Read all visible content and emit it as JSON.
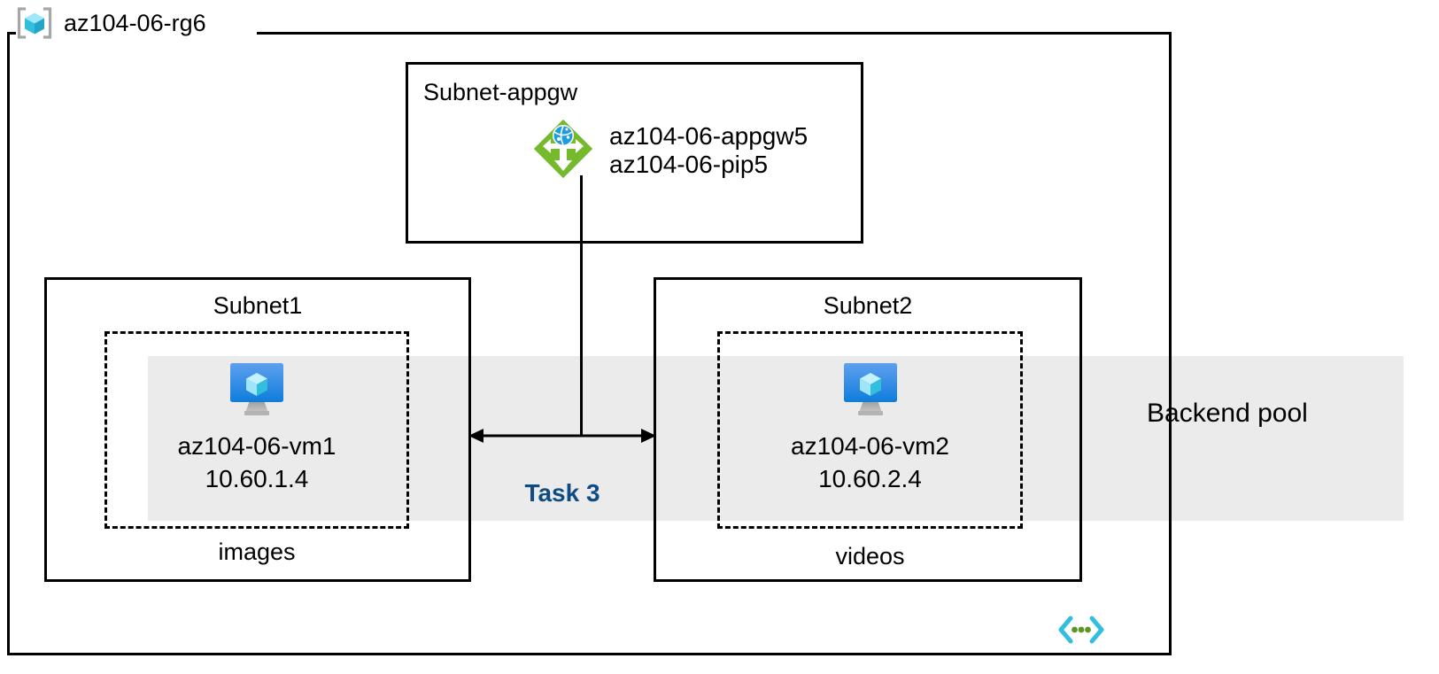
{
  "resource_group": {
    "name": "az104-06-rg6",
    "icon": "resource-group-cube-icon"
  },
  "backend_pool": {
    "label": "Backend pool",
    "band_color": "#ebebeb"
  },
  "subnets": {
    "appgw": {
      "title": "Subnet-appgw",
      "gateway_icon": "application-gateway-icon",
      "resources": [
        "az104-06-appgw5",
        "az104-06-pip5"
      ]
    },
    "subnet1": {
      "title": "Subnet1",
      "vm_icon": "virtual-machine-icon",
      "vm_name": "az104-06-vm1",
      "vm_ip": "10.60.1.4",
      "container": "images"
    },
    "subnet2": {
      "title": "Subnet2",
      "vm_icon": "virtual-machine-icon",
      "vm_name": "az104-06-vm2",
      "vm_ip": "10.60.2.4",
      "container": "videos"
    }
  },
  "annotations": {
    "task_label": "Task 3",
    "task_label_color": "#0f4c81"
  },
  "footer_icon": {
    "name": "subnet-code-brackets-icon",
    "bracket_color": "#32bedd",
    "dot_color": "#5e9624"
  }
}
